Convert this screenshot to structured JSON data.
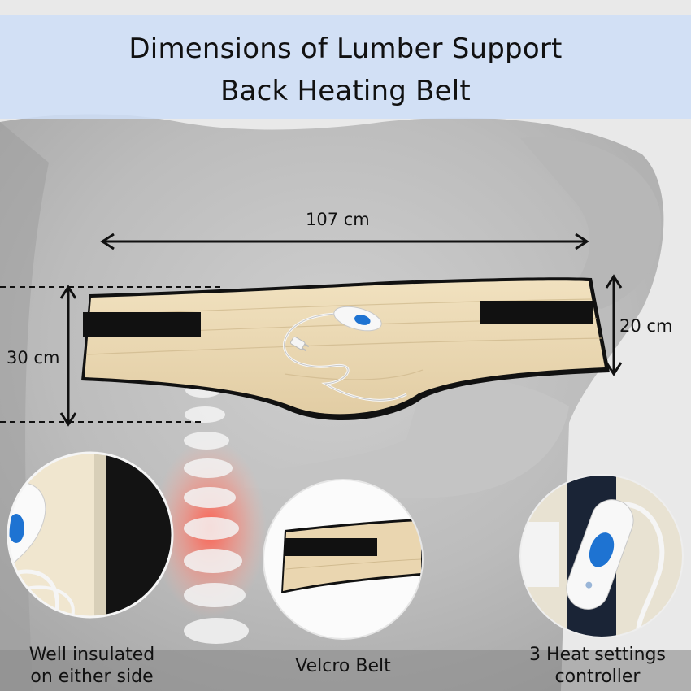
{
  "title": {
    "line1": "Dimensions of  Lumber Support",
    "line2": "Back Heating Belt"
  },
  "dimensions": {
    "length": "107 cm",
    "width": "20 cm",
    "height": "30 cm"
  },
  "features": [
    {
      "line1": "Well insulated",
      "line2": "on either side"
    },
    {
      "line1": "Velcro Belt",
      "line2": ""
    },
    {
      "line1": "3 Heat settings",
      "line2": "controller"
    }
  ],
  "colors": {
    "band": "#cfdef6",
    "belt": "#ecd9b4",
    "strap": "#111111",
    "spine_glow": "#ff6a5a",
    "controller_button": "#1e73d2"
  }
}
